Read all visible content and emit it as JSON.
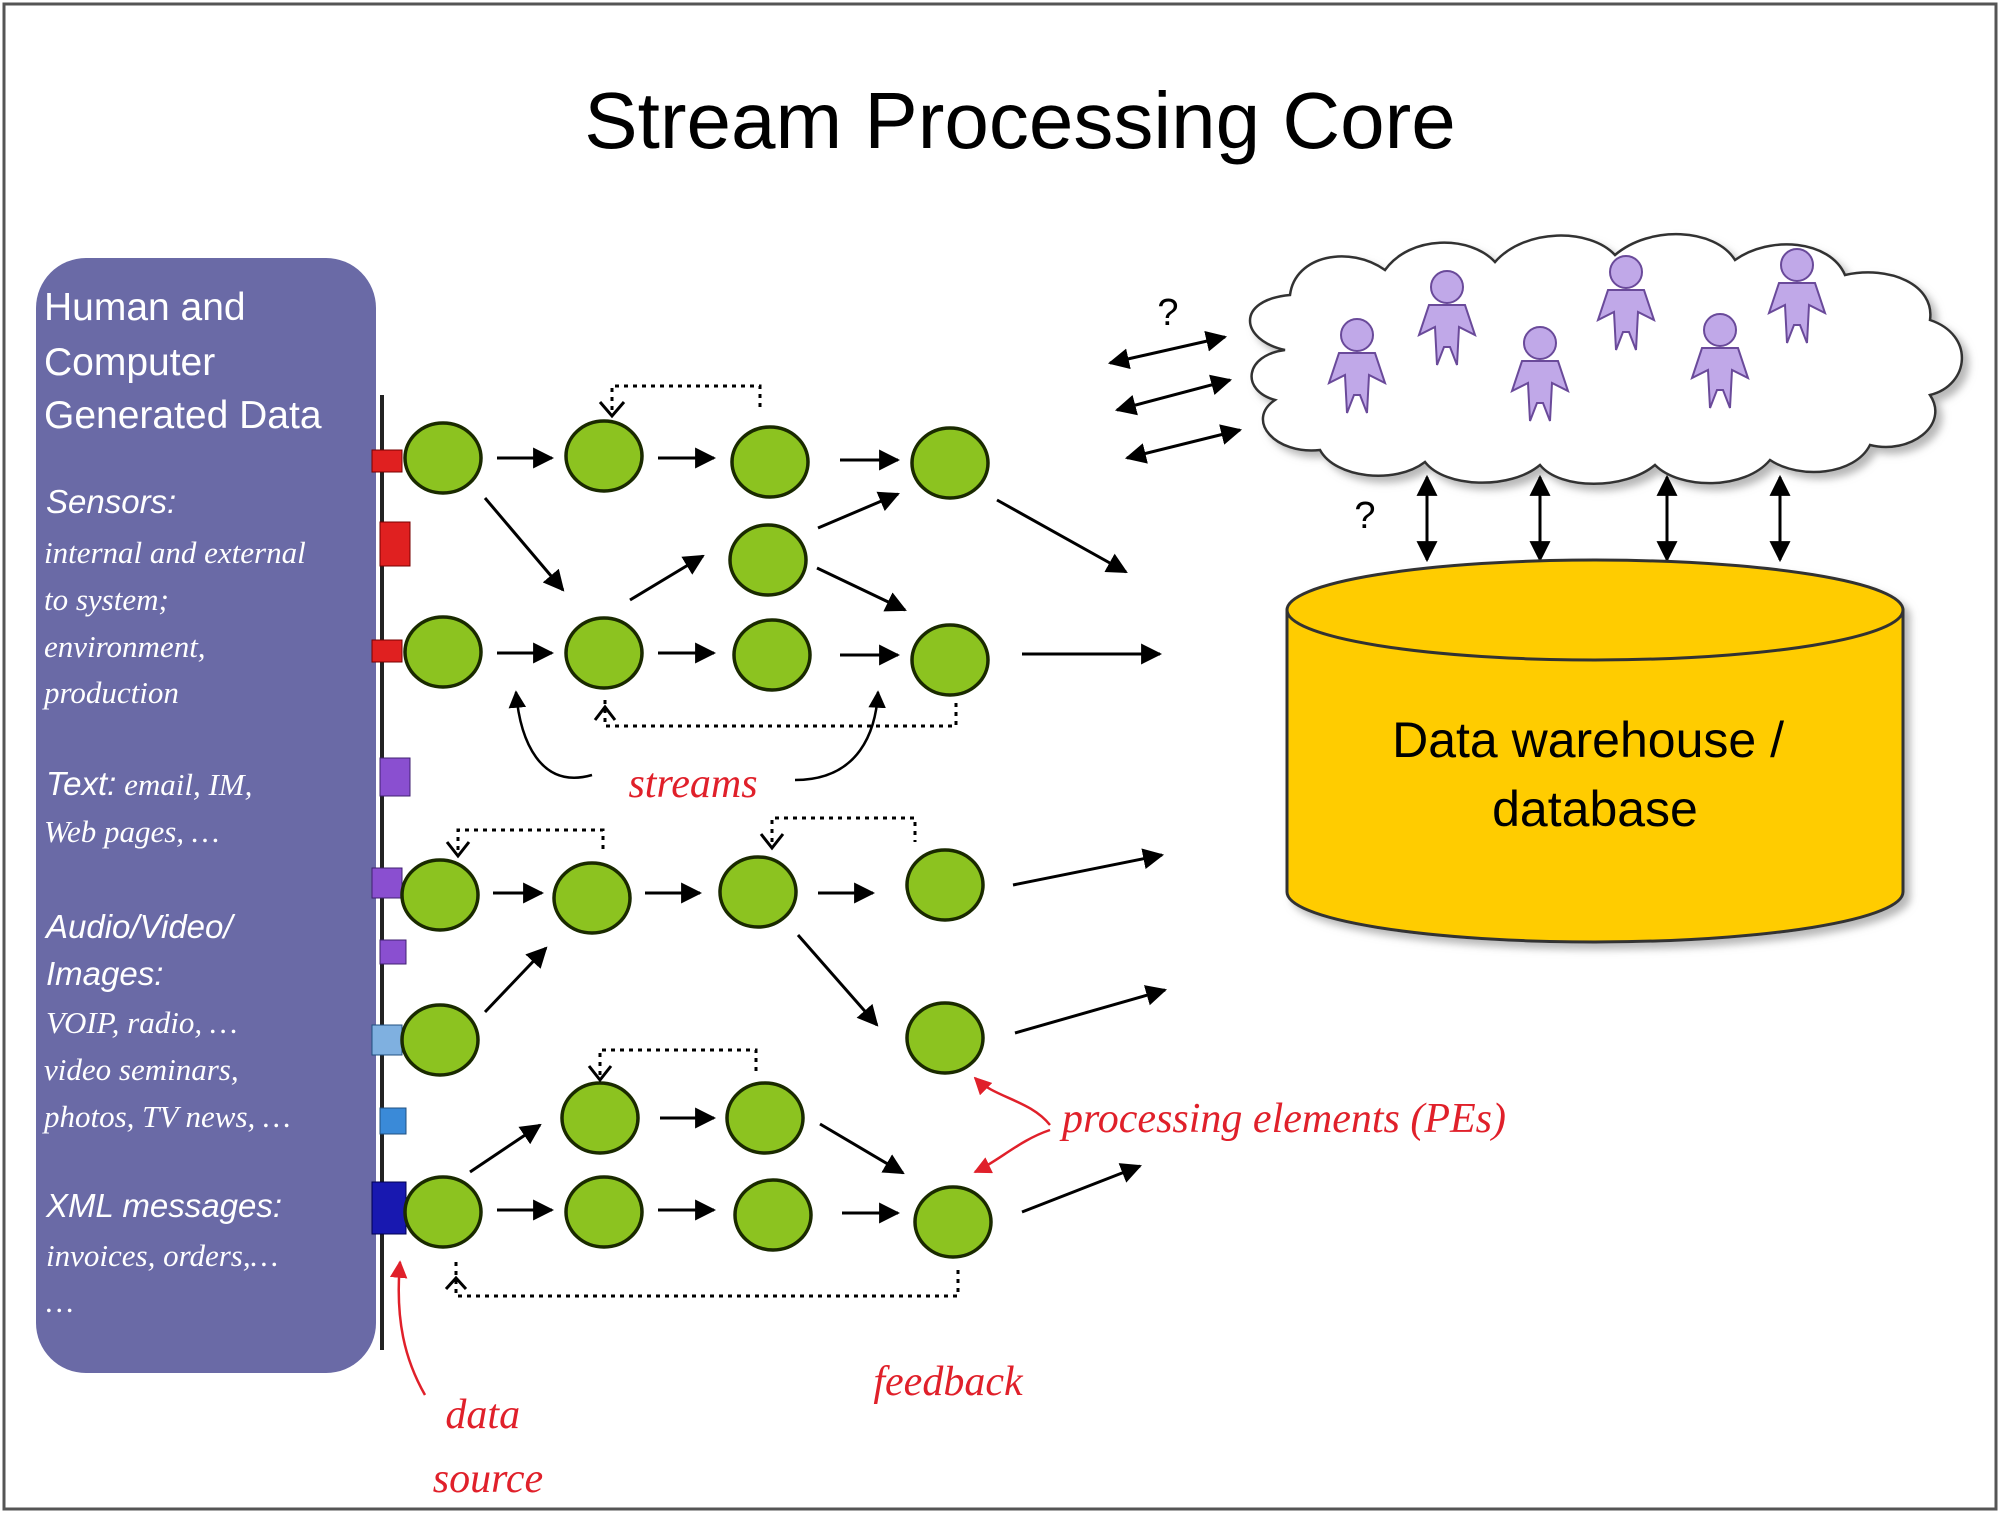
{
  "title": "Stream Processing Core",
  "sidebar": {
    "heading_lines": [
      "Human and",
      "Computer",
      "Generated Data"
    ],
    "sensors_label": "Sensors:",
    "sensors_desc_lines": [
      "internal and external",
      "to system;",
      "environment,",
      "production"
    ],
    "text_label": "Text:",
    "text_desc_lines": [
      " email, IM,",
      "Web pages, …"
    ],
    "av_label_lines": [
      "Audio/Video/",
      "Images:"
    ],
    "av_desc_lines": [
      "VOIP, radio, …",
      "video seminars,",
      "photos, TV news, …"
    ],
    "xml_label": "XML messages:",
    "xml_desc_lines": [
      "invoices, orders,…",
      "…"
    ]
  },
  "labels": {
    "streams": "streams",
    "processing_elements": "processing elements (PEs)",
    "feedback": "feedback",
    "data_source_lines": [
      "data",
      "source"
    ],
    "question_1": "?",
    "question_2": "?"
  },
  "database": {
    "label_lines": [
      "Data warehouse /",
      "database"
    ],
    "fill_color": "#ffcc00"
  },
  "colors": {
    "sidebar_bg": "#6a6aa6",
    "pe_fill": "#8cc320",
    "annotation_red": "#e0202a",
    "person_fill": "#c0a8e8",
    "source_red": "#e02020",
    "source_purple": "#8a4fd0",
    "source_blue": "#3a8ad8",
    "source_navy": "#1818b0"
  },
  "icons": [
    "person-icon",
    "cloud-shape",
    "cylinder-shape"
  ]
}
